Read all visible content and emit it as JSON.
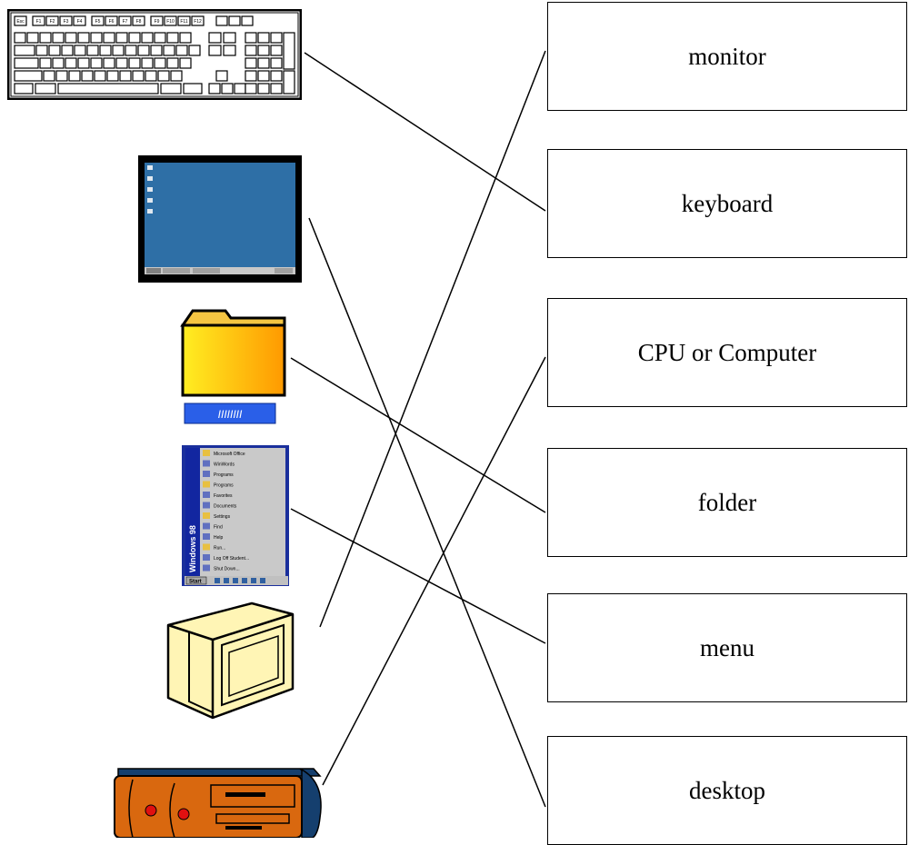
{
  "labels": [
    "monitor",
    "keyboard",
    "CPU or Computer",
    "folder",
    "menu",
    "desktop"
  ],
  "pictures": [
    {
      "id": "keyboard",
      "icon": "keyboard-icon",
      "keys_row1": [
        "Esc",
        "F1",
        "F2",
        "F3",
        "F4",
        "F5",
        "F6",
        "F7",
        "F8",
        "F9",
        "F10",
        "F11",
        "F12"
      ]
    },
    {
      "id": "desktop",
      "icon": "desktop-screen-icon"
    },
    {
      "id": "folder",
      "icon": "folder-icon",
      "caption": "IIIIIIII"
    },
    {
      "id": "menu",
      "icon": "start-menu-icon",
      "menu_items": [
        "Microsoft Office",
        "WinWords",
        "Programs",
        "Programs",
        "Favorites",
        "Documents",
        "Settings",
        "Find",
        "Help",
        "Run...",
        "Log Off Student...",
        "Shut Down..."
      ],
      "side_banner": "Windows 98",
      "start_label": "Start"
    },
    {
      "id": "monitor",
      "icon": "monitor-icon"
    },
    {
      "id": "cpu",
      "icon": "computer-case-icon"
    }
  ],
  "matches": [
    {
      "picture": "keyboard",
      "label": "keyboard"
    },
    {
      "picture": "desktop",
      "label": "desktop"
    },
    {
      "picture": "folder",
      "label": "folder"
    },
    {
      "picture": "menu",
      "label": "menu"
    },
    {
      "picture": "monitor",
      "label": "monitor"
    },
    {
      "picture": "cpu",
      "label": "CPU or Computer"
    }
  ],
  "colors": {
    "desktop_blue": "#2e6fa6",
    "folder_yellow": "#ffee22",
    "folder_orange": "#ff9900",
    "folder_caption_blue": "#2a5fe8",
    "monitor_cream": "#fff5b5",
    "cpu_orange": "#d9680f",
    "cpu_navy": "#153f6e",
    "cpu_red": "#e01010"
  }
}
